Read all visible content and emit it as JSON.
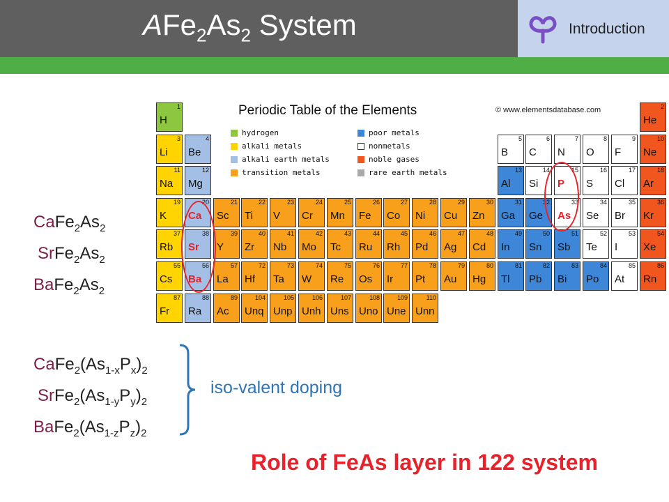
{
  "header": {
    "title_prefix": "A",
    "title_fe": "Fe",
    "title_sub1": "2",
    "title_as": "As",
    "title_sub2": "2",
    "title_suffix": " System",
    "section": "Introduction"
  },
  "colors": {
    "header_gray": "#5f5f5f",
    "header_blue": "#c5d4ec",
    "green_bar": "#4faf46",
    "element_red": "#7b1f4b",
    "doping_blue": "#2e75b6",
    "conclusion_red": "#e8222b",
    "logo_purple": "#7b4fc4"
  },
  "compounds": [
    {
      "el": "Ca",
      "rest": "Fe",
      "s1": "2",
      "b": "As",
      "s2": "2"
    },
    {
      "el": "Sr",
      "rest": "Fe",
      "s1": "2",
      "b": "As",
      "s2": "2"
    },
    {
      "el": "Ba",
      "rest": "Fe",
      "s1": "2",
      "b": "As",
      "s2": "2"
    }
  ],
  "doped": [
    {
      "el": "Ca",
      "fe": "Fe",
      "s1": "2",
      "open": "(As",
      "s2": "1-x",
      "p": "P",
      "s3": "x",
      "close": ")",
      "s4": "2"
    },
    {
      "el": "Sr",
      "fe": "Fe",
      "s1": "2",
      "open": "(As",
      "s2": "1-y",
      "p": "P",
      "s3": "y",
      "close": ")",
      "s4": "2"
    },
    {
      "el": "Ba",
      "fe": "Fe",
      "s1": "2",
      "open": "(As",
      "s2": "1-z",
      "p": "P",
      "s3": "z",
      "close": ")",
      "s4": "2"
    }
  ],
  "doping_label": "iso-valent doping",
  "conclusion": "Role of FeAs layer in 122 system",
  "periodic_table": {
    "title": "Periodic Table of the Elements",
    "copyright": "© www.elementsdatabase.com",
    "legend": [
      {
        "label": "hydrogen",
        "color": "#8dc63f"
      },
      {
        "label": "alkali metals",
        "color": "#ffd400"
      },
      {
        "label": "alkali earth metals",
        "color": "#a4bfe6"
      },
      {
        "label": "transition metals",
        "color": "#f8a01c"
      },
      {
        "label": "poor metals",
        "color": "#3d86d8"
      },
      {
        "label": "nonmetals",
        "color": "#ffffff"
      },
      {
        "label": "noble gases",
        "color": "#f0561e"
      },
      {
        "label": "rare earth metals",
        "color": "#a9a9a9"
      }
    ],
    "elements": [
      {
        "s": "H",
        "n": "1",
        "r": 0,
        "c": 0,
        "t": "h"
      },
      {
        "s": "He",
        "n": "2",
        "r": 0,
        "c": 17,
        "t": "n"
      },
      {
        "s": "Li",
        "n": "3",
        "r": 1,
        "c": 0,
        "t": "a"
      },
      {
        "s": "Be",
        "n": "4",
        "r": 1,
        "c": 1,
        "t": "e"
      },
      {
        "s": "B",
        "n": "5",
        "r": 1,
        "c": 12,
        "t": "w"
      },
      {
        "s": "C",
        "n": "6",
        "r": 1,
        "c": 13,
        "t": "w"
      },
      {
        "s": "N",
        "n": "7",
        "r": 1,
        "c": 14,
        "t": "w"
      },
      {
        "s": "O",
        "n": "8",
        "r": 1,
        "c": 15,
        "t": "w"
      },
      {
        "s": "F",
        "n": "9",
        "r": 1,
        "c": 16,
        "t": "w"
      },
      {
        "s": "Ne",
        "n": "10",
        "r": 1,
        "c": 17,
        "t": "n"
      },
      {
        "s": "Na",
        "n": "11",
        "r": 2,
        "c": 0,
        "t": "a"
      },
      {
        "s": "Mg",
        "n": "12",
        "r": 2,
        "c": 1,
        "t": "e"
      },
      {
        "s": "Al",
        "n": "13",
        "r": 2,
        "c": 12,
        "t": "p"
      },
      {
        "s": "Si",
        "n": "14",
        "r": 2,
        "c": 13,
        "t": "w"
      },
      {
        "s": "P",
        "n": "15",
        "r": 2,
        "c": 14,
        "t": "w",
        "red": true
      },
      {
        "s": "S",
        "n": "16",
        "r": 2,
        "c": 15,
        "t": "w"
      },
      {
        "s": "Cl",
        "n": "17",
        "r": 2,
        "c": 16,
        "t": "w"
      },
      {
        "s": "Ar",
        "n": "18",
        "r": 2,
        "c": 17,
        "t": "n"
      },
      {
        "s": "K",
        "n": "19",
        "r": 3,
        "c": 0,
        "t": "a"
      },
      {
        "s": "Ca",
        "n": "20",
        "r": 3,
        "c": 1,
        "t": "e",
        "red": true
      },
      {
        "s": "Sc",
        "n": "21",
        "r": 3,
        "c": 2,
        "t": "t"
      },
      {
        "s": "Ti",
        "n": "22",
        "r": 3,
        "c": 3,
        "t": "t"
      },
      {
        "s": "V",
        "n": "23",
        "r": 3,
        "c": 4,
        "t": "t"
      },
      {
        "s": "Cr",
        "n": "24",
        "r": 3,
        "c": 5,
        "t": "t"
      },
      {
        "s": "Mn",
        "n": "25",
        "r": 3,
        "c": 6,
        "t": "t"
      },
      {
        "s": "Fe",
        "n": "26",
        "r": 3,
        "c": 7,
        "t": "t"
      },
      {
        "s": "Co",
        "n": "27",
        "r": 3,
        "c": 8,
        "t": "t"
      },
      {
        "s": "Ni",
        "n": "28",
        "r": 3,
        "c": 9,
        "t": "t"
      },
      {
        "s": "Cu",
        "n": "29",
        "r": 3,
        "c": 10,
        "t": "t"
      },
      {
        "s": "Zn",
        "n": "30",
        "r": 3,
        "c": 11,
        "t": "t"
      },
      {
        "s": "Ga",
        "n": "31",
        "r": 3,
        "c": 12,
        "t": "p"
      },
      {
        "s": "Ge",
        "n": "32",
        "r": 3,
        "c": 13,
        "t": "p"
      },
      {
        "s": "As",
        "n": "33",
        "r": 3,
        "c": 14,
        "t": "w",
        "red": true
      },
      {
        "s": "Se",
        "n": "34",
        "r": 3,
        "c": 15,
        "t": "w"
      },
      {
        "s": "Br",
        "n": "35",
        "r": 3,
        "c": 16,
        "t": "w"
      },
      {
        "s": "Kr",
        "n": "36",
        "r": 3,
        "c": 17,
        "t": "n"
      },
      {
        "s": "Rb",
        "n": "37",
        "r": 4,
        "c": 0,
        "t": "a"
      },
      {
        "s": "Sr",
        "n": "38",
        "r": 4,
        "c": 1,
        "t": "e",
        "red": true
      },
      {
        "s": "Y",
        "n": "39",
        "r": 4,
        "c": 2,
        "t": "t"
      },
      {
        "s": "Zr",
        "n": "40",
        "r": 4,
        "c": 3,
        "t": "t"
      },
      {
        "s": "Nb",
        "n": "41",
        "r": 4,
        "c": 4,
        "t": "t"
      },
      {
        "s": "Mo",
        "n": "42",
        "r": 4,
        "c": 5,
        "t": "t"
      },
      {
        "s": "Tc",
        "n": "43",
        "r": 4,
        "c": 6,
        "t": "t"
      },
      {
        "s": "Ru",
        "n": "44",
        "r": 4,
        "c": 7,
        "t": "t"
      },
      {
        "s": "Rh",
        "n": "45",
        "r": 4,
        "c": 8,
        "t": "t"
      },
      {
        "s": "Pd",
        "n": "46",
        "r": 4,
        "c": 9,
        "t": "t"
      },
      {
        "s": "Ag",
        "n": "47",
        "r": 4,
        "c": 10,
        "t": "t"
      },
      {
        "s": "Cd",
        "n": "48",
        "r": 4,
        "c": 11,
        "t": "t"
      },
      {
        "s": "In",
        "n": "49",
        "r": 4,
        "c": 12,
        "t": "p"
      },
      {
        "s": "Sn",
        "n": "50",
        "r": 4,
        "c": 13,
        "t": "p"
      },
      {
        "s": "Sb",
        "n": "51",
        "r": 4,
        "c": 14,
        "t": "p"
      },
      {
        "s": "Te",
        "n": "52",
        "r": 4,
        "c": 15,
        "t": "w"
      },
      {
        "s": "I",
        "n": "53",
        "r": 4,
        "c": 16,
        "t": "w"
      },
      {
        "s": "Xe",
        "n": "54",
        "r": 4,
        "c": 17,
        "t": "n"
      },
      {
        "s": "Cs",
        "n": "55",
        "r": 5,
        "c": 0,
        "t": "a"
      },
      {
        "s": "Ba",
        "n": "56",
        "r": 5,
        "c": 1,
        "t": "e",
        "red": true
      },
      {
        "s": "La",
        "n": "57",
        "r": 5,
        "c": 2,
        "t": "t"
      },
      {
        "s": "Hf",
        "n": "72",
        "r": 5,
        "c": 3,
        "t": "t"
      },
      {
        "s": "Ta",
        "n": "73",
        "r": 5,
        "c": 4,
        "t": "t"
      },
      {
        "s": "W",
        "n": "74",
        "r": 5,
        "c": 5,
        "t": "t"
      },
      {
        "s": "Re",
        "n": "75",
        "r": 5,
        "c": 6,
        "t": "t"
      },
      {
        "s": "Os",
        "n": "76",
        "r": 5,
        "c": 7,
        "t": "t"
      },
      {
        "s": "Ir",
        "n": "77",
        "r": 5,
        "c": 8,
        "t": "t"
      },
      {
        "s": "Pt",
        "n": "78",
        "r": 5,
        "c": 9,
        "t": "t"
      },
      {
        "s": "Au",
        "n": "79",
        "r": 5,
        "c": 10,
        "t": "t"
      },
      {
        "s": "Hg",
        "n": "80",
        "r": 5,
        "c": 11,
        "t": "t"
      },
      {
        "s": "Tl",
        "n": "81",
        "r": 5,
        "c": 12,
        "t": "p"
      },
      {
        "s": "Pb",
        "n": "82",
        "r": 5,
        "c": 13,
        "t": "p"
      },
      {
        "s": "Bi",
        "n": "83",
        "r": 5,
        "c": 14,
        "t": "p"
      },
      {
        "s": "Po",
        "n": "84",
        "r": 5,
        "c": 15,
        "t": "p"
      },
      {
        "s": "At",
        "n": "85",
        "r": 5,
        "c": 16,
        "t": "w"
      },
      {
        "s": "Rn",
        "n": "86",
        "r": 5,
        "c": 17,
        "t": "n"
      },
      {
        "s": "Fr",
        "n": "87",
        "r": 6,
        "c": 0,
        "t": "a"
      },
      {
        "s": "Ra",
        "n": "88",
        "r": 6,
        "c": 1,
        "t": "e"
      },
      {
        "s": "Ac",
        "n": "89",
        "r": 6,
        "c": 2,
        "t": "t"
      },
      {
        "s": "Unq",
        "n": "104",
        "r": 6,
        "c": 3,
        "t": "t"
      },
      {
        "s": "Unp",
        "n": "105",
        "r": 6,
        "c": 4,
        "t": "t"
      },
      {
        "s": "Unh",
        "n": "106",
        "r": 6,
        "c": 5,
        "t": "t"
      },
      {
        "s": "Uns",
        "n": "107",
        "r": 6,
        "c": 6,
        "t": "t"
      },
      {
        "s": "Uno",
        "n": "108",
        "r": 6,
        "c": 7,
        "t": "t"
      },
      {
        "s": "Une",
        "n": "109",
        "r": 6,
        "c": 8,
        "t": "t"
      },
      {
        "s": "Unn",
        "n": "110",
        "r": 6,
        "c": 9,
        "t": "t"
      }
    ]
  }
}
